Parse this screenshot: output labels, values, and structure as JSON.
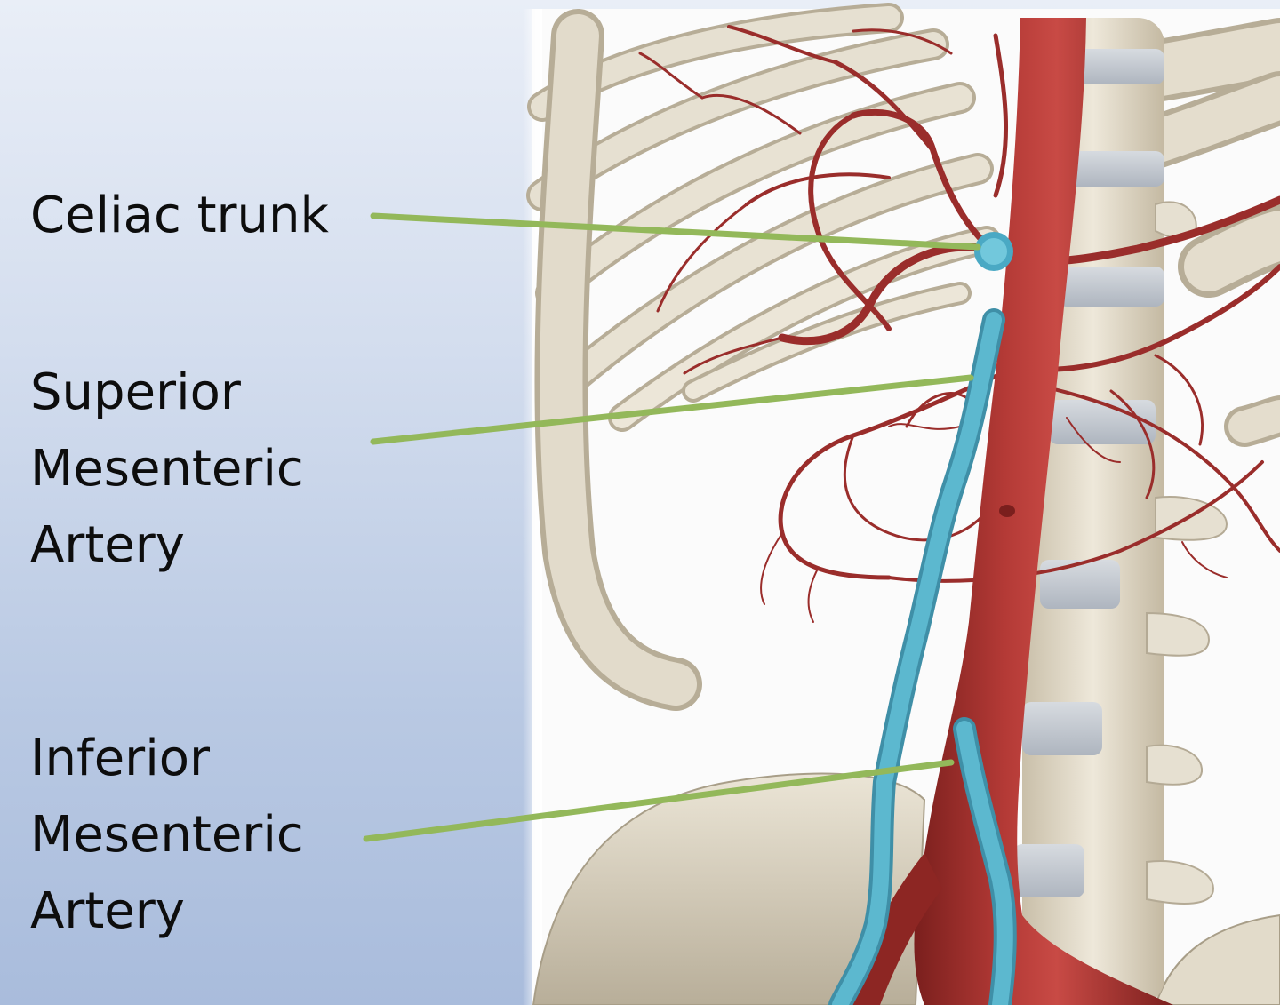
{
  "labels": {
    "celiac": [
      "Celiac trunk"
    ],
    "superior_mesenteric": [
      "Superior",
      "Mesenteric",
      "Artery"
    ],
    "inferior_mesenteric": [
      "Inferior",
      "Mesenteric",
      "Artery"
    ]
  },
  "colors": {
    "background_top": "#e9eef7",
    "background_bottom": "#a9bcdc",
    "bone": "#e3dccb",
    "bone_shadow": "#b4aa95",
    "disc": "#c7ccd3",
    "artery": "#a3302e",
    "artery_dark": "#6e1b1a",
    "highlight_cyan": "#5cb8cf",
    "pointer_line": "#93b85a",
    "label_text": "#0d0d0d"
  }
}
